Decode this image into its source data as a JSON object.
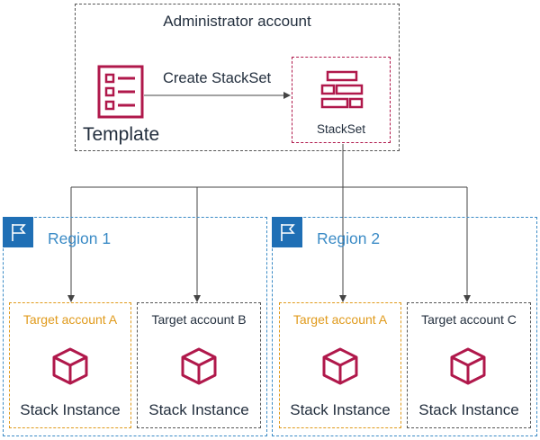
{
  "admin": {
    "title": "Administrator account",
    "template_label": "Template",
    "create_label": "Create StackSet",
    "stackset_label": "StackSet"
  },
  "regions": [
    {
      "label": "Region 1"
    },
    {
      "label": "Region 2"
    }
  ],
  "accounts": [
    {
      "title": "Target account A",
      "stack_label": "Stack Instance"
    },
    {
      "title": "Target account B",
      "stack_label": "Stack Instance"
    },
    {
      "title": "Target account A",
      "stack_label": "Stack Instance"
    },
    {
      "title": "Target account C",
      "stack_label": "Stack Instance"
    }
  ],
  "colors": {
    "accent_magenta": "#b0184b",
    "region_blue": "#3b8bc6",
    "highlight_orange": "#e09a1b"
  }
}
